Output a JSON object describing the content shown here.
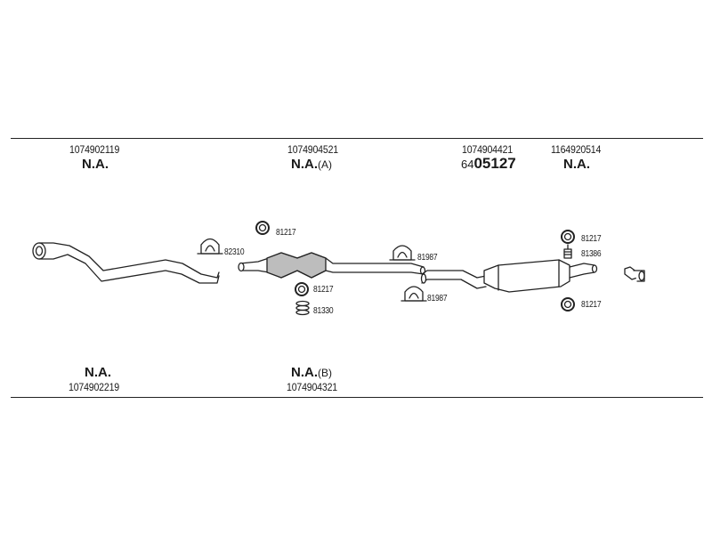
{
  "top_parts": [
    {
      "number": "1074902119",
      "label": "N.A.",
      "suffix": ""
    },
    {
      "number": "1074904521",
      "label": "N.A.",
      "suffix": "(A)"
    },
    {
      "number": "1074904421",
      "prefix": "64",
      "main": "05127"
    },
    {
      "number": "1164920514",
      "label": "N.A.",
      "suffix": ""
    }
  ],
  "bottom_parts": [
    {
      "number": "1074902219",
      "label": "N.A.",
      "suffix": ""
    },
    {
      "number": "1074904321",
      "label": "N.A.",
      "suffix": "(B)"
    }
  ],
  "callouts": {
    "c1": "82310",
    "c2": "81217",
    "c3": "81217",
    "c4": "81330",
    "c5": "81987",
    "c6": "81987",
    "c7": "81217",
    "c8": "81386",
    "c9": "81217"
  },
  "colors": {
    "line": "#222222",
    "fill": "#ffffff",
    "shade": "#bdbdbd"
  }
}
